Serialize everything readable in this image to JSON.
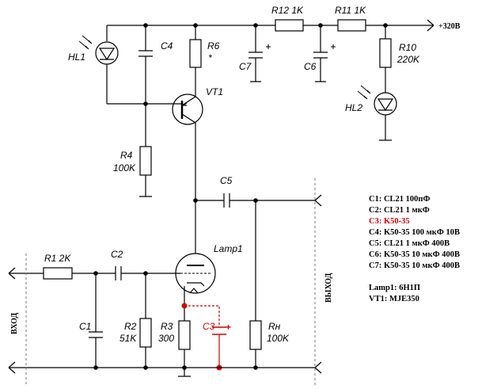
{
  "labels": {
    "hl1": "HL1",
    "c4": "C4",
    "r6": "R6",
    "r6_mark": "*",
    "vt1": "VT1",
    "r12": "R12 1K",
    "r11": "R11 1K",
    "supply": "+320В",
    "c7": "C7",
    "c6": "C6",
    "r10_name": "R10",
    "r10_val": "220K",
    "hl2": "HL2",
    "r4_name": "R4",
    "r4_val": "100K",
    "c5": "C5",
    "lamp": "Lamp1",
    "r1": "R1 2K",
    "c2": "C2",
    "c1": "C1",
    "r2_name": "R2",
    "r2_val": "51K",
    "r3_name": "R3",
    "r3_val": "300",
    "c3": "C3",
    "rn_name": "Rн",
    "rn_val": "100K",
    "input": "ВХОД",
    "output": "ВЫХОД",
    "plus": "+"
  },
  "components": [
    {
      "text": "C1: CL21 100пФ",
      "highlight": false
    },
    {
      "text": "C2: CL21 1 мкФ",
      "highlight": false
    },
    {
      "text": "C3: K50-35",
      "highlight": true
    },
    {
      "text": "C4: K50-35 100 мкФ 10В",
      "highlight": false
    },
    {
      "text": "C5: CL21 1 мкФ 400В",
      "highlight": false
    },
    {
      "text": "C6: K50-35 10 мкФ 400В",
      "highlight": false
    },
    {
      "text": "C7: K50-35 10 мкФ 400В",
      "highlight": false
    }
  ],
  "devices": [
    {
      "text": "Lamp1: 6Н1П"
    },
    {
      "text": "VT1: MJE350"
    }
  ],
  "colors": {
    "highlight": "#d40000",
    "wire": "#000000"
  }
}
